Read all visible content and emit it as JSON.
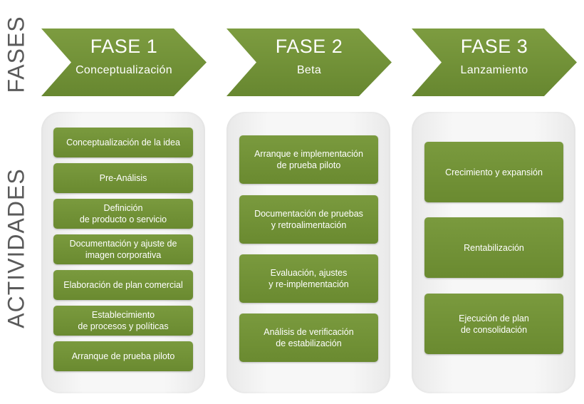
{
  "labels": {
    "fases": "FASES",
    "actividades": "ACTIVIDADES"
  },
  "colors": {
    "green": "#6e8e33",
    "arrow_dark": "#5e7d2a",
    "text": "#ffffff",
    "side_label": "#5a5a5a"
  },
  "phases": [
    {
      "title": "FASE 1",
      "subtitle": "Conceptualización"
    },
    {
      "title": "FASE 2",
      "subtitle": "Beta"
    },
    {
      "title": "FASE 3",
      "subtitle": "Lanzamiento"
    }
  ],
  "columns": [
    {
      "activities": [
        "Conceptualización de la idea",
        "Pre-Análisis",
        "Definición\nde producto o servicio",
        "Documentación y ajuste de\nimagen corporativa",
        "Elaboración de plan comercial",
        "Establecimiento\nde procesos y políticas",
        "Arranque de prueba piloto"
      ]
    },
    {
      "activities": [
        "Arranque e implementación\nde prueba piloto",
        "Documentación de pruebas\ny retroalimentación",
        "Evaluación, ajustes\ny re-implementación",
        "Análisis de verificación\nde estabilización"
      ]
    },
    {
      "activities": [
        "Crecimiento y expansión",
        "Rentabilización",
        "Ejecución de plan\nde consolidación"
      ]
    }
  ]
}
